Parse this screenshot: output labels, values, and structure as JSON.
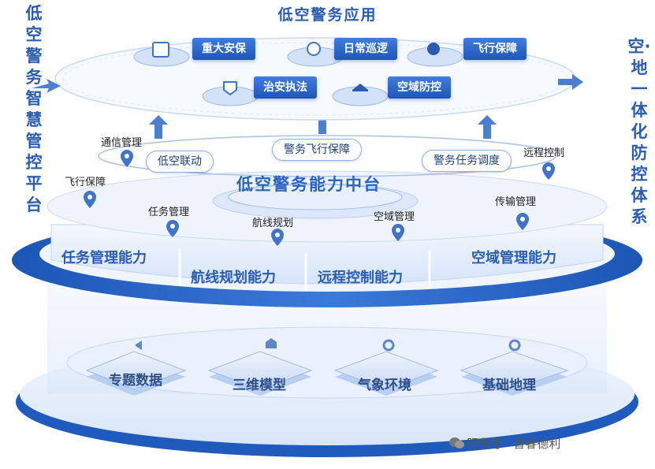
{
  "top_title": "低空警务应用",
  "left_vertical": "低空警务智慧管控平台",
  "right_vertical": "空·地一体化防控体系",
  "applications": [
    {
      "label": "重大安保",
      "icon": "building-icon"
    },
    {
      "label": "日常巡逻",
      "icon": "officer-icon"
    },
    {
      "label": "飞行保障",
      "icon": "person-icon"
    },
    {
      "label": "治安执法",
      "icon": "shield-icon"
    },
    {
      "label": "空域防控",
      "icon": "bank-icon"
    }
  ],
  "pills": [
    "低空联动",
    "警务飞行保障",
    "警务任务调度"
  ],
  "middle_title": "低空警务能力中台",
  "pins": [
    "通信管理",
    "远程控制",
    "飞行保障",
    "任务管理",
    "航线规划",
    "空域管理",
    "传输管理"
  ],
  "capabilities": [
    "任务管理能力",
    "航线规划能力",
    "远程控制能力",
    "空域管理能力"
  ],
  "base_items": [
    "专题数据",
    "三维模型",
    "气象环境",
    "基础地理"
  ],
  "watermark": "服务号 · 普睿德利",
  "colors": {
    "primary": "#2a5db0",
    "ring": "#2463c4",
    "light": "#e8f0fc"
  }
}
